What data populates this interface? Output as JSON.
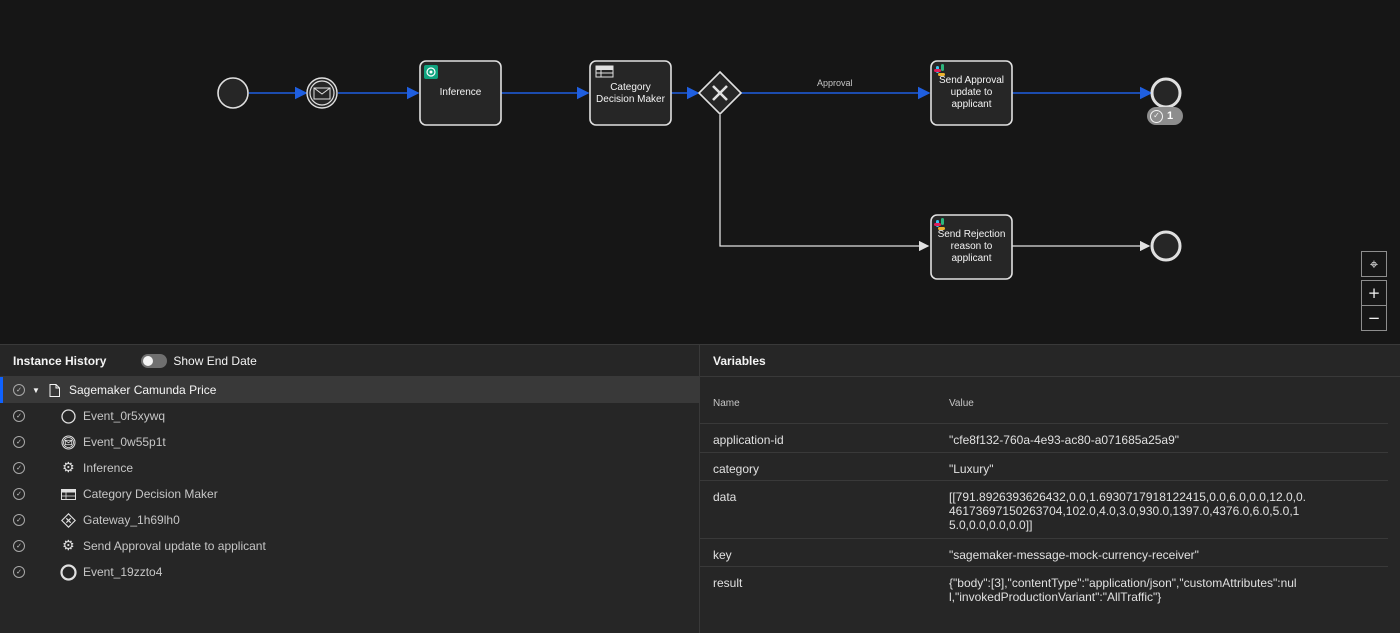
{
  "diagram": {
    "nodes": {
      "inference": {
        "label": "Inference",
        "icon": "openai-icon"
      },
      "category_decision": {
        "label": "Category Decision Maker",
        "icon": "table-icon"
      },
      "send_approval": {
        "label": "Send Approval update to applicant",
        "icon": "slack-icon"
      },
      "send_rejection": {
        "label": "Send Rejection reason to applicant",
        "icon": "slack-icon"
      }
    },
    "flow_label_approval": "Approval",
    "end_badge": {
      "count": "1",
      "icon": "check-circle-icon"
    },
    "colors": {
      "active_flow": "#1f5fe0",
      "inactive_flow": "#e0e0e0",
      "node_fill": "#262626"
    }
  },
  "zoom_controls": {
    "reset": "⌖",
    "zoom_in": "+",
    "zoom_out": "−"
  },
  "instance_history": {
    "title": "Instance History",
    "toggle_label": "Show End Date",
    "root": {
      "label": "Sagemaker Camunda Price",
      "icon": "document-icon"
    },
    "items": [
      {
        "label": "Event_0r5xywq",
        "icon": "start-event-icon"
      },
      {
        "label": "Event_0w55p1t",
        "icon": "message-event-icon"
      },
      {
        "label": "Inference",
        "icon": "gear-icon"
      },
      {
        "label": "Category Decision Maker",
        "icon": "table-icon"
      },
      {
        "label": "Gateway_1h69lh0",
        "icon": "gateway-icon"
      },
      {
        "label": "Send Approval update to applicant",
        "icon": "gear-icon"
      },
      {
        "label": "Event_19zzto4",
        "icon": "end-event-icon"
      }
    ]
  },
  "variables": {
    "title": "Variables",
    "col_name": "Name",
    "col_value": "Value",
    "rows": [
      {
        "name": "application-id",
        "value": "\"cfe8f132-760a-4e93-ac80-a071685a25a9\""
      },
      {
        "name": "category",
        "value": "\"Luxury\""
      },
      {
        "name": "data",
        "value": "[[791.8926393626432,0.0,1.6930717918122415,0.0,6.0,0.0,12.0,0.46173697150263704,102.0,4.0,3.0,930.0,1397.0,4376.0,6.0,5.0,15.0,0.0,0.0,0.0]]"
      },
      {
        "name": "key",
        "value": "\"sagemaker-message-mock-currency-receiver\""
      },
      {
        "name": "result",
        "value": "{\"body\":[3],\"contentType\":\"application/json\",\"customAttributes\":null,\"invokedProductionVariant\":\"AllTraffic\"}"
      }
    ]
  }
}
